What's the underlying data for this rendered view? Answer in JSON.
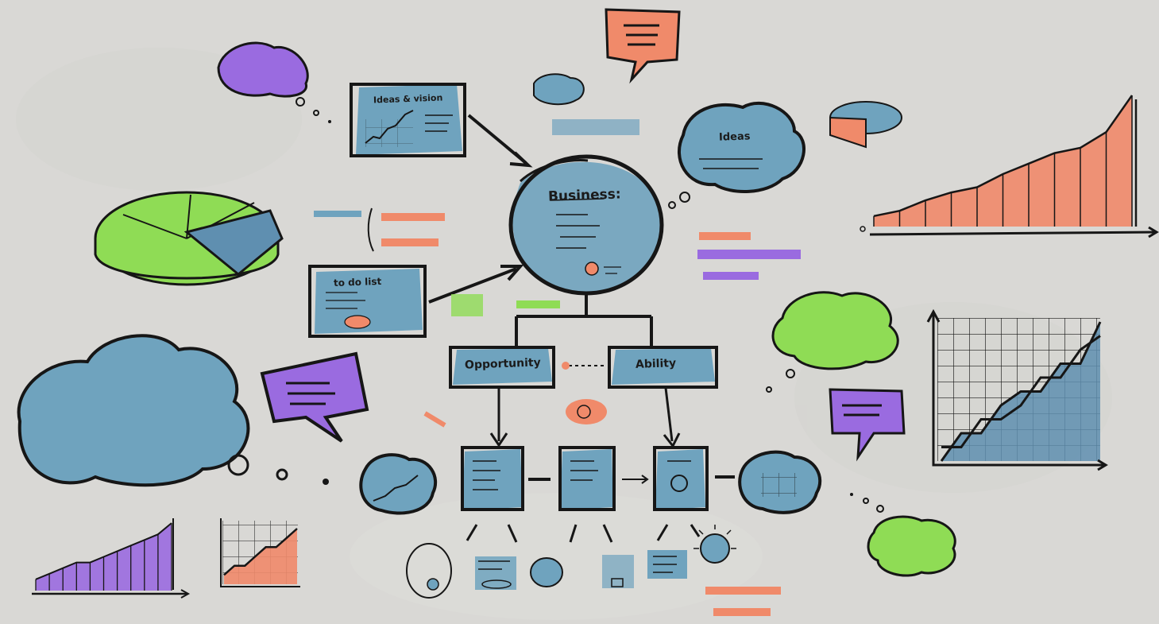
{
  "palette": {
    "blue": "#6fa3be",
    "green": "#8fdc55",
    "purple": "#9a6be0",
    "salmon": "#f08a6a",
    "ink": "#161616",
    "wall": "#d9d8d5"
  },
  "labels": {
    "central_title": "Business:",
    "left_box_title": "Opportunity",
    "right_box_title": "Ability",
    "top_box_title": "Ideas & vision",
    "lower_left_box_title": "to do list",
    "cloud_title": "Ideas"
  },
  "top_right_chart_data": {
    "type": "area",
    "values": [
      8,
      12,
      20,
      26,
      30,
      40,
      48,
      56,
      60,
      72,
      100
    ]
  },
  "mid_right_chart_data": {
    "type": "area",
    "series": [
      {
        "values": [
          1,
          1,
          3,
          3,
          4,
          6,
          6,
          8,
          9
        ]
      },
      {
        "values": [
          0,
          2,
          2,
          4,
          5,
          5,
          7,
          7,
          10
        ]
      }
    ]
  },
  "bottom_left_chart_data": {
    "type": "area",
    "values": [
      2,
      3,
      4,
      5,
      5,
      6,
      7,
      8,
      9,
      10,
      12
    ]
  },
  "bottom_small_chart_data": {
    "type": "area",
    "values": [
      1,
      2,
      2,
      3,
      4,
      4,
      5,
      6
    ]
  }
}
